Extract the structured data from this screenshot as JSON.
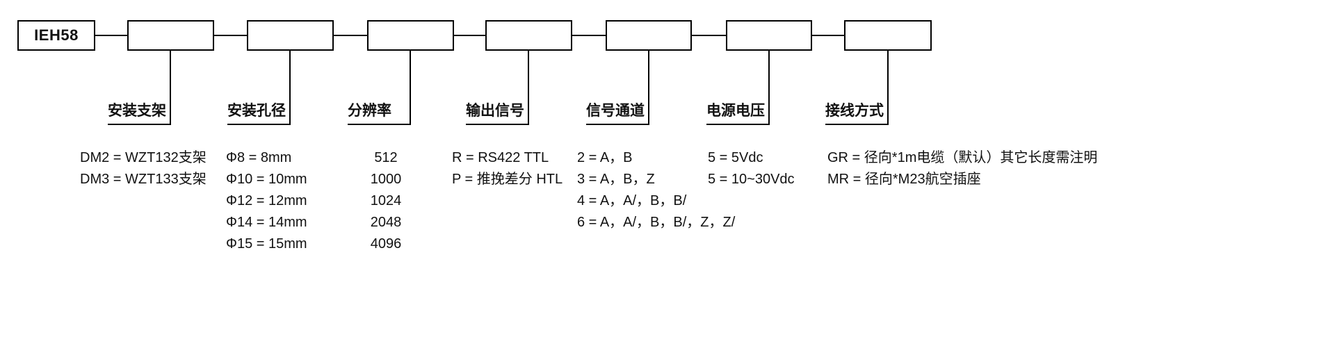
{
  "diagram": {
    "root_label": "IEH58",
    "categories": [
      {
        "label": "安装支架",
        "options": [
          "DM2 = WZT132支架",
          "DM3 = WZT133支架"
        ]
      },
      {
        "label": "安装孔径",
        "options": [
          "Φ8 = 8mm",
          "Φ10 = 10mm",
          "Φ12 = 12mm",
          "Φ14 = 14mm",
          "Φ15 = 15mm"
        ]
      },
      {
        "label": "分辨率",
        "options": [
          "512",
          "1000",
          "1024",
          "2048",
          "4096"
        ]
      },
      {
        "label": "输出信号",
        "options": [
          "R = RS422 TTL",
          "P = 推挽差分 HTL"
        ]
      },
      {
        "label": "信号通道",
        "options": [
          "2 = A，B",
          "3 = A，B，Z",
          "4 = A，A/，B，B/",
          "6 = A，A/，B，B/，Z，Z/"
        ]
      },
      {
        "label": "电源电压",
        "options": [
          "5 = 5Vdc",
          "5 = 10~30Vdc"
        ]
      },
      {
        "label": "接线方式",
        "options": [
          "GR = 径向*1m电缆（默认）其它长度需注明",
          "MR = 径向*M23航空插座"
        ]
      }
    ]
  }
}
